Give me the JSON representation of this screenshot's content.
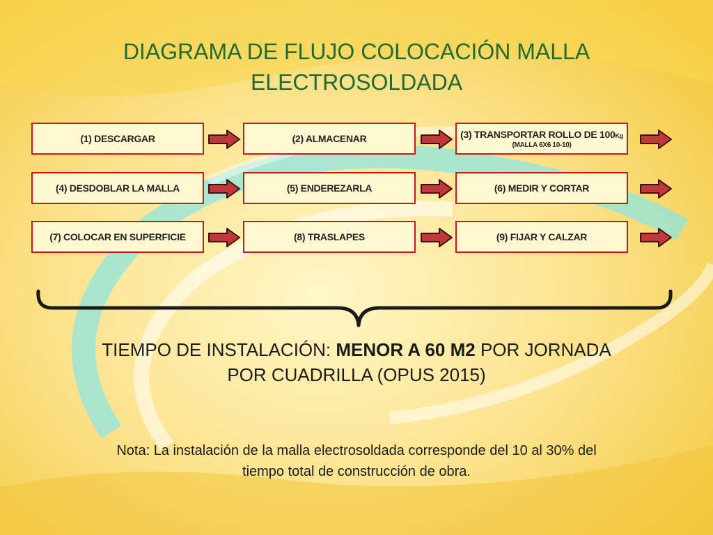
{
  "title": {
    "line1": "DIAGRAMA DE FLUJO COLOCACIÓN MALLA",
    "line2": "ELECTROSOLDADA"
  },
  "steps": [
    {
      "label": "(1) DESCARGAR"
    },
    {
      "label": "(2) ALMACENAR"
    },
    {
      "label": "(3) TRANSPORTAR ROLLO DE 100",
      "unit": "Kg",
      "sub": "(MALLA 6X6 10-10)"
    },
    {
      "label": "(4) DESDOBLAR LA MALLA"
    },
    {
      "label": "(5) ENDEREZARLA"
    },
    {
      "label": "(6) MEDIR Y CORTAR"
    },
    {
      "label": "(7) COLOCAR EN SUPERFICIE"
    },
    {
      "label": "(8) TRASLAPES"
    },
    {
      "label": "(9) FIJAR Y CALZAR"
    }
  ],
  "summary": {
    "prefix": "TIEMPO DE INSTALACIÓN: ",
    "bold": "MENOR A 60 M2",
    "suffix": " POR JORNADA",
    "line2": "POR CUADRILLA (OPUS 2015)"
  },
  "note": {
    "line1": "Nota: La instalación de la malla electrosoldada corresponde del 10 al 30% del",
    "line2": "tiempo total de construcción de obra."
  },
  "colors": {
    "title": "#1f6b33",
    "box_border": "#c61a1a",
    "arrow_fill": "#c0393a",
    "background": "#f7d35e",
    "swirl": "#7fe0e0"
  }
}
